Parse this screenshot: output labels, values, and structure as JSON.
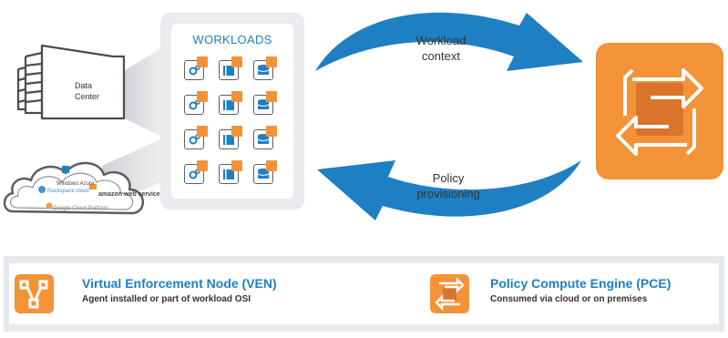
{
  "data_center": {
    "label_line1": "Data",
    "label_line2": "Center"
  },
  "cloud": {
    "providers": [
      "Windows Azure",
      "Rackspace cloud",
      "amazon web services",
      "Google Cloud Platform"
    ]
  },
  "workloads": {
    "title": "WORKLOADS",
    "rows": 4,
    "cols": 3
  },
  "arrows": {
    "context_line1": "Workload",
    "context_line2": "context",
    "policy_line1": "Policy",
    "policy_line2": "provisioning"
  },
  "legend": {
    "ven_title": "Virtual Enforcement Node (VEN)",
    "ven_sub": "Agent installed or part of workload OSI",
    "pce_title": "Policy Compute Engine (PCE)",
    "pce_sub": "Consumed via cloud or on premises"
  },
  "colors": {
    "orange": "#f39237",
    "blue": "#1f7fc3",
    "panel": "#e9ebee"
  }
}
